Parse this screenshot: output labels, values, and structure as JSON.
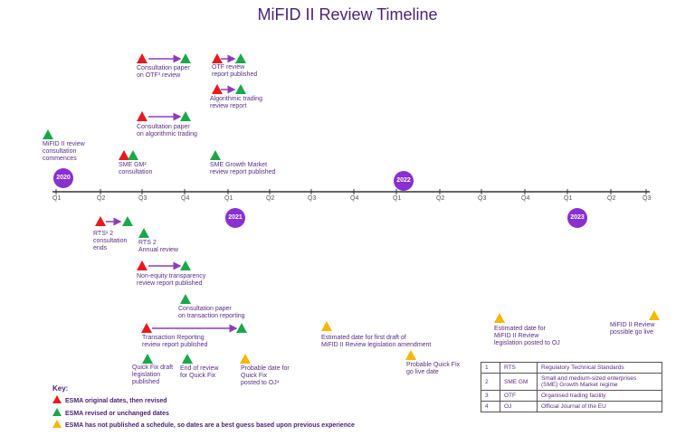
{
  "title": "MiFID II Review Timeline",
  "colors": {
    "red": "#e8191e",
    "green": "#1aa84a",
    "yellow": "#f5b800",
    "purple": "#8a2fd0",
    "arrow": "#8c3fb7"
  },
  "quarters": [
    "Q1",
    "Q2",
    "Q3",
    "Q4",
    "Q1",
    "Q2",
    "Q3",
    "Q4",
    "Q1",
    "Q2",
    "Q3",
    "Q4",
    "Q1",
    "Q2",
    "Q3"
  ],
  "years": [
    "2020",
    "2021",
    "2022",
    "2023"
  ],
  "events": {
    "otf_consult": "Consultation paper\non OTF³ review",
    "otf_report": "OTF review\nreport published",
    "algo_report": "Algorithmic trading\nreview report",
    "algo_consult": "Consultation paper\non algorithmic trading",
    "mifid_commence": "MiFID II review\nconsultation\ncommences",
    "sme_consult": "SME GM²\nconsultation",
    "sme_report": "SME Growth Market\nreview report published",
    "rts2_consult": "RTS¹ 2\nconsultation\nends",
    "rts2_annual": "RTS 2\nAnnual review",
    "nonequity": "Non-equity transparency\nreview report published",
    "transaction_consult": "Consultation paper\non transaction reporting",
    "transaction_report": "Transaction Reporting\nreview report published",
    "quickfix_pub": "Quick Fix draft\nlegislation\npublished",
    "end_review": "End of review\nfor Quick Fix",
    "probable_quickfix": "Probable date for\nQuick Fix\nposted to OJ⁴",
    "first_draft": "Estimated date for first draft of\nMiFID II Review legislation amendment",
    "quickfix_live": "Probable Quick Fix\ngo live date",
    "posted_oj": "Estimated date for\nMiFID II Review\nlegislation posted to OJ",
    "golive": "MiFID II Review\npossible go live"
  },
  "glossary": [
    {
      "num": "1",
      "abbr": "RTS",
      "meaning": "Regulatory Technical Standards"
    },
    {
      "num": "2",
      "abbr": "SME GM",
      "meaning": "Small and medium-sized enterprises\n(SME) Growth Market regime"
    },
    {
      "num": "3",
      "abbr": "OTF",
      "meaning": "Organised trading facility"
    },
    {
      "num": "4",
      "abbr": "OJ",
      "meaning": "Official Journal of the EU"
    }
  ],
  "key": {
    "title": "Key:",
    "red": "ESMA original dates, then revised",
    "green": "ESMA revised or unchanged dates",
    "yellow": "ESMA has not published a schedule, so dates are a best guess based upon previous experience"
  }
}
